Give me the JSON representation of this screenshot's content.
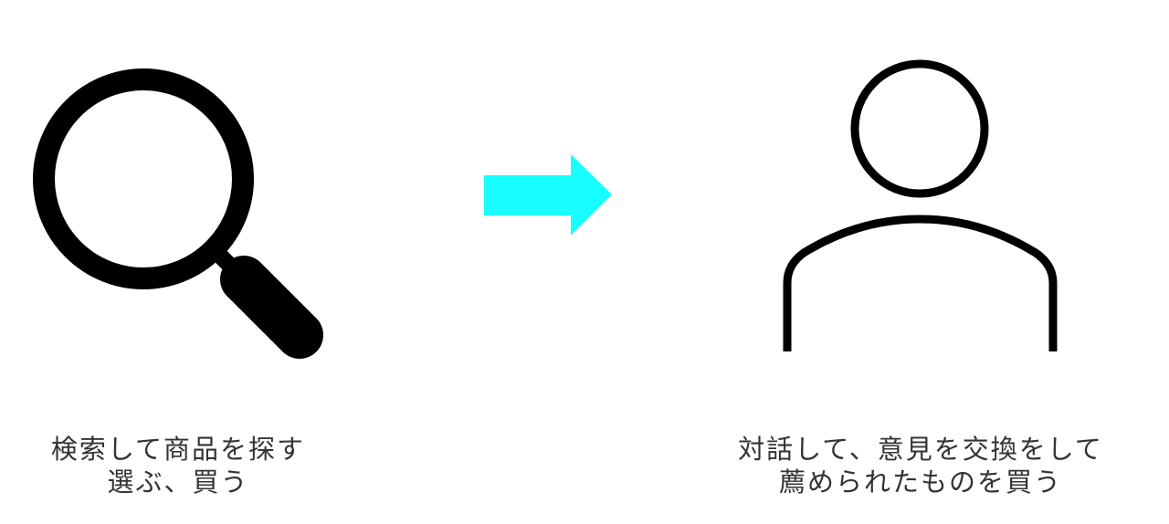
{
  "diagram": {
    "left": {
      "icon": "magnifying-glass-icon",
      "caption_lines": [
        "検索して商品を探す",
        "選ぶ、買う"
      ]
    },
    "connector": {
      "icon": "right-arrow-icon",
      "color": "#18FFFF"
    },
    "right": {
      "icon": "person-icon",
      "caption_lines": [
        "対話して、意見を交換をして",
        "薦められたものを買う"
      ]
    }
  }
}
